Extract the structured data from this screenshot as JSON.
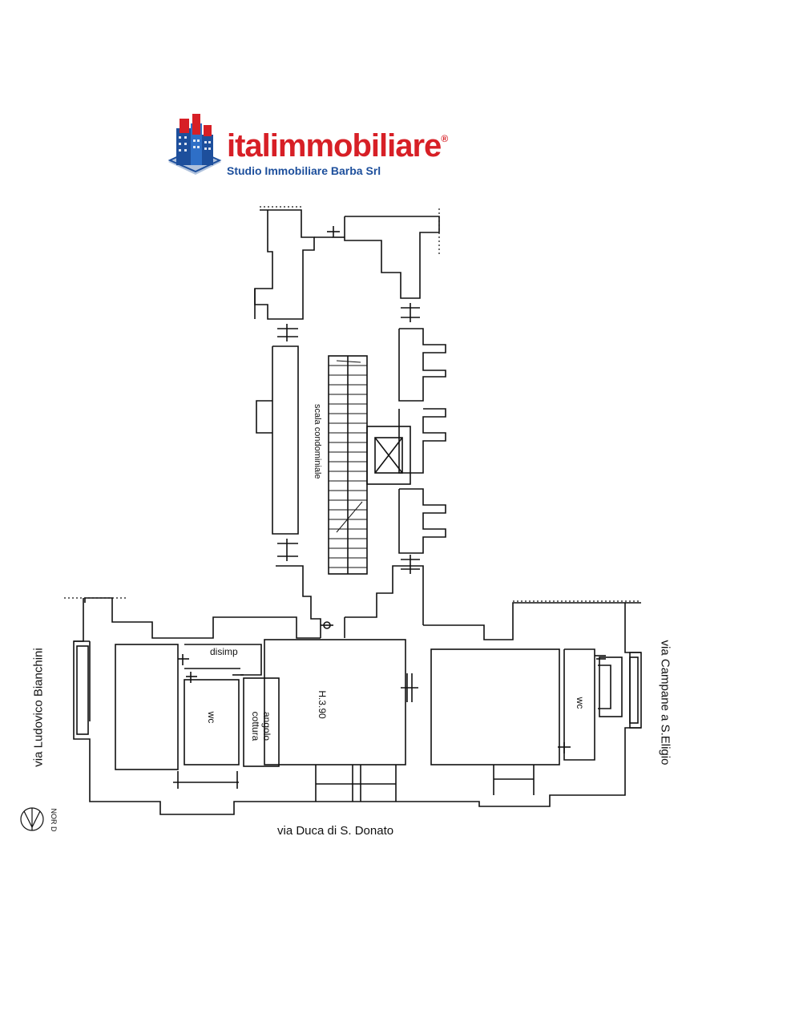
{
  "logo": {
    "brand": "italimmobiliare",
    "registered": "®",
    "subtitle": "Studio Immobiliare Barba Srl",
    "colors": {
      "red": "#d71f26",
      "blue": "#1d4f9c"
    }
  },
  "plan": {
    "rooms": {
      "stair": "scala condominiale",
      "disimp": "disimp",
      "wc_left": "wc",
      "angolo_cottura": "angolo cottura",
      "height": "H.3.90",
      "wc_right": "wc"
    },
    "streets": {
      "left": "via  Ludovico Bianchini",
      "right": "via  Campane a S.Eligio",
      "bottom": "via  Duca di S. Donato"
    },
    "compass": "NOR D"
  }
}
